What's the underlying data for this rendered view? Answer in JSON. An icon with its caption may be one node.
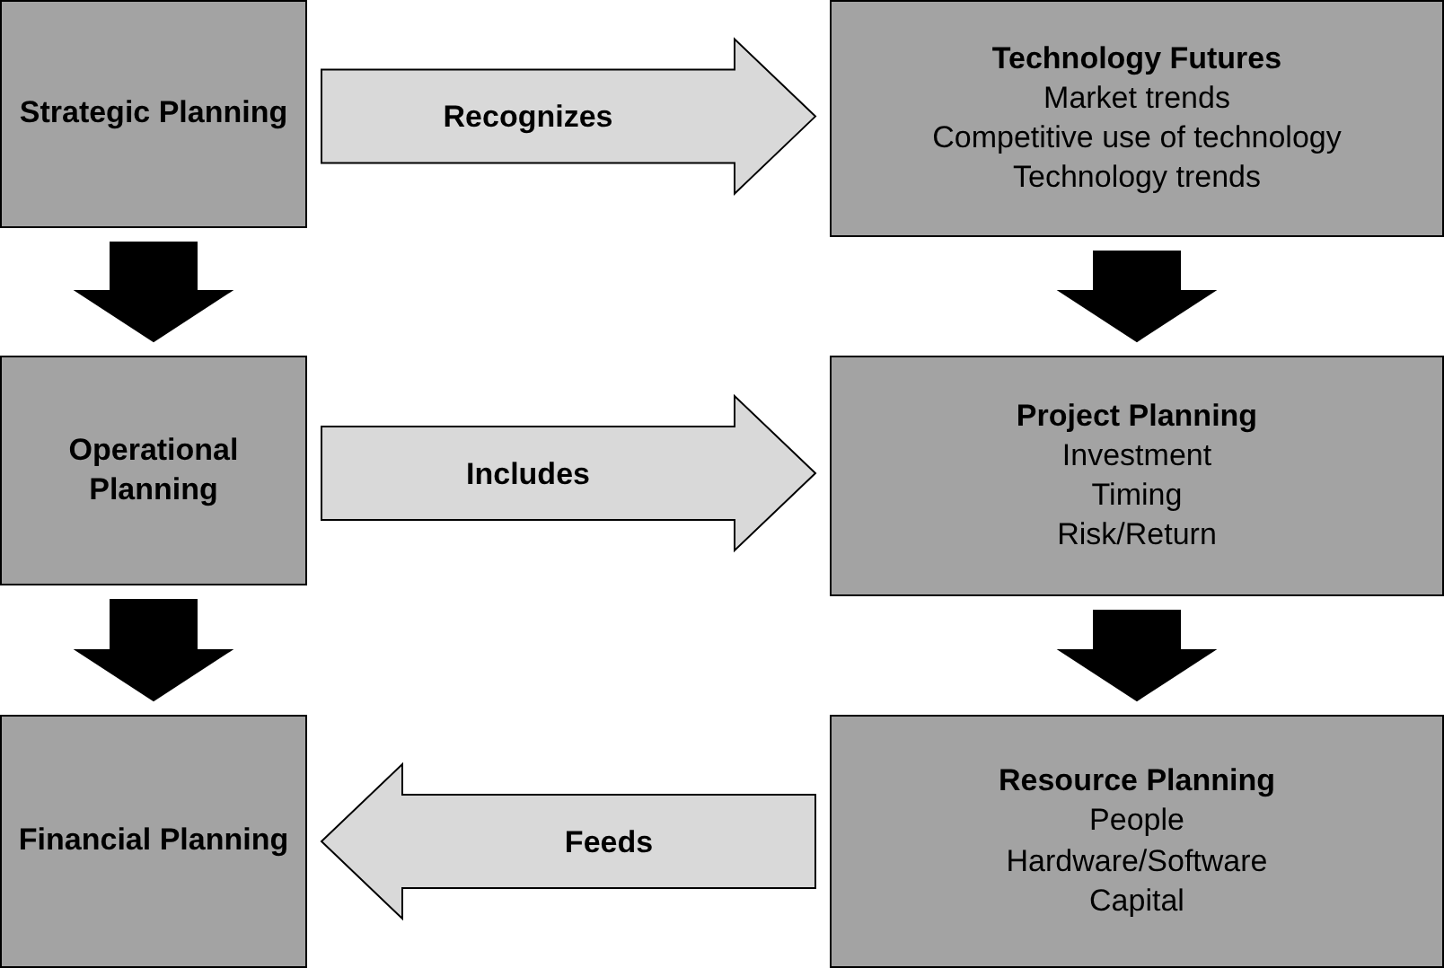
{
  "diagram": {
    "nodes": [
      {
        "text": [
          "Strategic Planning"
        ]
      },
      {
        "text": [
          "Technology Futures",
          "Market trends",
          "Competitive use of technology",
          "Technology trends"
        ]
      },
      {
        "text": [
          "Operational Planning"
        ]
      },
      {
        "text": [
          "Project Planning",
          "Investment",
          "Timing",
          "Risk/Return"
        ]
      },
      {
        "text": [
          "Financial Planning"
        ]
      },
      {
        "text": [
          "Resource Planning",
          "People",
          "Hardware/Software",
          "Capital"
        ]
      }
    ],
    "edges": [
      {
        "from": 0,
        "to": 2,
        "arrow": "to"
      },
      {
        "from": 2,
        "to": 4,
        "arrow": "to"
      },
      {
        "from": 1,
        "to": 3,
        "arrow": "to"
      },
      {
        "from": 3,
        "to": 5,
        "arrow": "to"
      },
      {
        "from": 0,
        "to": 1,
        "arrow": "to",
        "label": "Recognizes",
        "color": "#d9d9d9"
      },
      {
        "from": 2,
        "to": 3,
        "arrow": "to",
        "label": "Includes",
        "color": "#d9d9d9"
      },
      {
        "from": 5,
        "to": 4,
        "arrow": "to",
        "label": "Feeds",
        "color": "#d9d9d9"
      }
    ]
  }
}
